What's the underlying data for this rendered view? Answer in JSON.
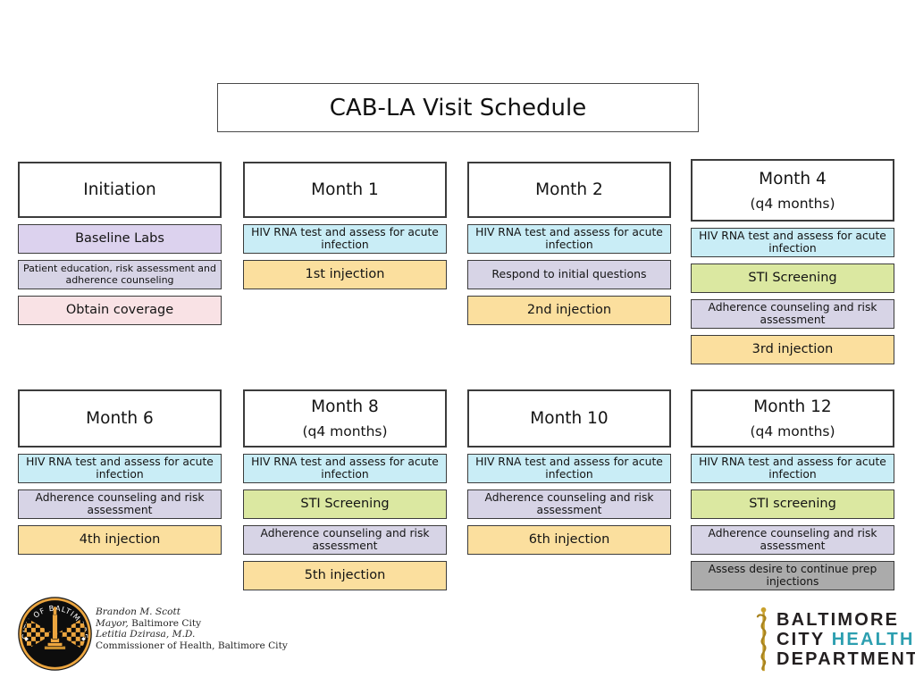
{
  "title": "CAB-LA Visit Schedule",
  "colors": {
    "blue": "#c9edf6",
    "yellow": "#fbdf9e",
    "lavender": "#dcd2ee",
    "lavender_gray": "#d7d4e6",
    "pink": "#f9e2e5",
    "green": "#dbe8a1",
    "gray": "#ababab",
    "logo_teal": "#2d9fb0",
    "logo_dark": "#231f20",
    "seal_gold": "#eda63f"
  },
  "columns": [
    {
      "title": "Initiation",
      "subtitle": "",
      "items": [
        {
          "text": "Baseline Labs",
          "color": "lavender"
        },
        {
          "text": "Patient education, risk assessment and adherence counseling",
          "color": "lavender_gray"
        },
        {
          "text": "Obtain coverage",
          "color": "pink"
        }
      ]
    },
    {
      "title": "Month 1",
      "subtitle": "",
      "items": [
        {
          "text": "HIV RNA test and assess for acute infection",
          "color": "blue"
        },
        {
          "text": "1st injection",
          "color": "yellow"
        }
      ]
    },
    {
      "title": "Month 2",
      "subtitle": "",
      "items": [
        {
          "text": "HIV RNA test and assess for acute infection",
          "color": "blue"
        },
        {
          "text": "Respond to initial questions",
          "color": "lavender_gray"
        },
        {
          "text": "2nd injection",
          "color": "yellow"
        }
      ]
    },
    {
      "title": "Month 4",
      "subtitle": "(q4 months)",
      "items": [
        {
          "text": "HIV RNA test and assess for acute infection",
          "color": "blue"
        },
        {
          "text": "STI Screening",
          "color": "green"
        },
        {
          "text": "Adherence counseling and risk assessment",
          "color": "lavender_gray"
        },
        {
          "text": "3rd injection",
          "color": "yellow"
        }
      ]
    },
    {
      "title": "Month 6",
      "subtitle": "",
      "items": [
        {
          "text": "HIV RNA test and assess for acute infection",
          "color": "blue"
        },
        {
          "text": "Adherence counseling and risk assessment",
          "color": "lavender_gray"
        },
        {
          "text": "4th injection",
          "color": "yellow"
        }
      ]
    },
    {
      "title": "Month 8",
      "subtitle": "(q4 months)",
      "items": [
        {
          "text": "HIV RNA test and assess for acute infection",
          "color": "blue"
        },
        {
          "text": "STI Screening",
          "color": "green"
        },
        {
          "text": "Adherence counseling and risk assessment",
          "color": "lavender_gray"
        },
        {
          "text": "5th injection",
          "color": "yellow"
        }
      ]
    },
    {
      "title": "Month 10",
      "subtitle": "",
      "items": [
        {
          "text": "HIV RNA test and assess for acute infection",
          "color": "blue"
        },
        {
          "text": "Adherence counseling and risk assessment",
          "color": "lavender_gray"
        },
        {
          "text": "6th injection",
          "color": "yellow"
        }
      ]
    },
    {
      "title": "Month 12",
      "subtitle": "(q4 months)",
      "items": [
        {
          "text": "HIV RNA test and assess for acute infection",
          "color": "blue"
        },
        {
          "text": "STI screening",
          "color": "green"
        },
        {
          "text": "Adherence counseling and risk assessment",
          "color": "lavender_gray"
        },
        {
          "text": "Assess desire to continue prep injections",
          "color": "gray"
        }
      ]
    }
  ],
  "footer": {
    "seal_text": "CITY OF BALTIMORE",
    "mayor_name": "Brandon M. Scott",
    "mayor_title_italic": "Mayor,",
    "mayor_title_rest": " Baltimore City",
    "commissioner_name": "Letitia Dzirasa, M.D.",
    "commissioner_title": "Commissioner of Health, Baltimore City"
  },
  "bchd": {
    "line1": "BALTIMORE",
    "line2_dark": "CITY",
    "line2_teal": "HEALTH",
    "line3": "DEPARTMENT"
  }
}
